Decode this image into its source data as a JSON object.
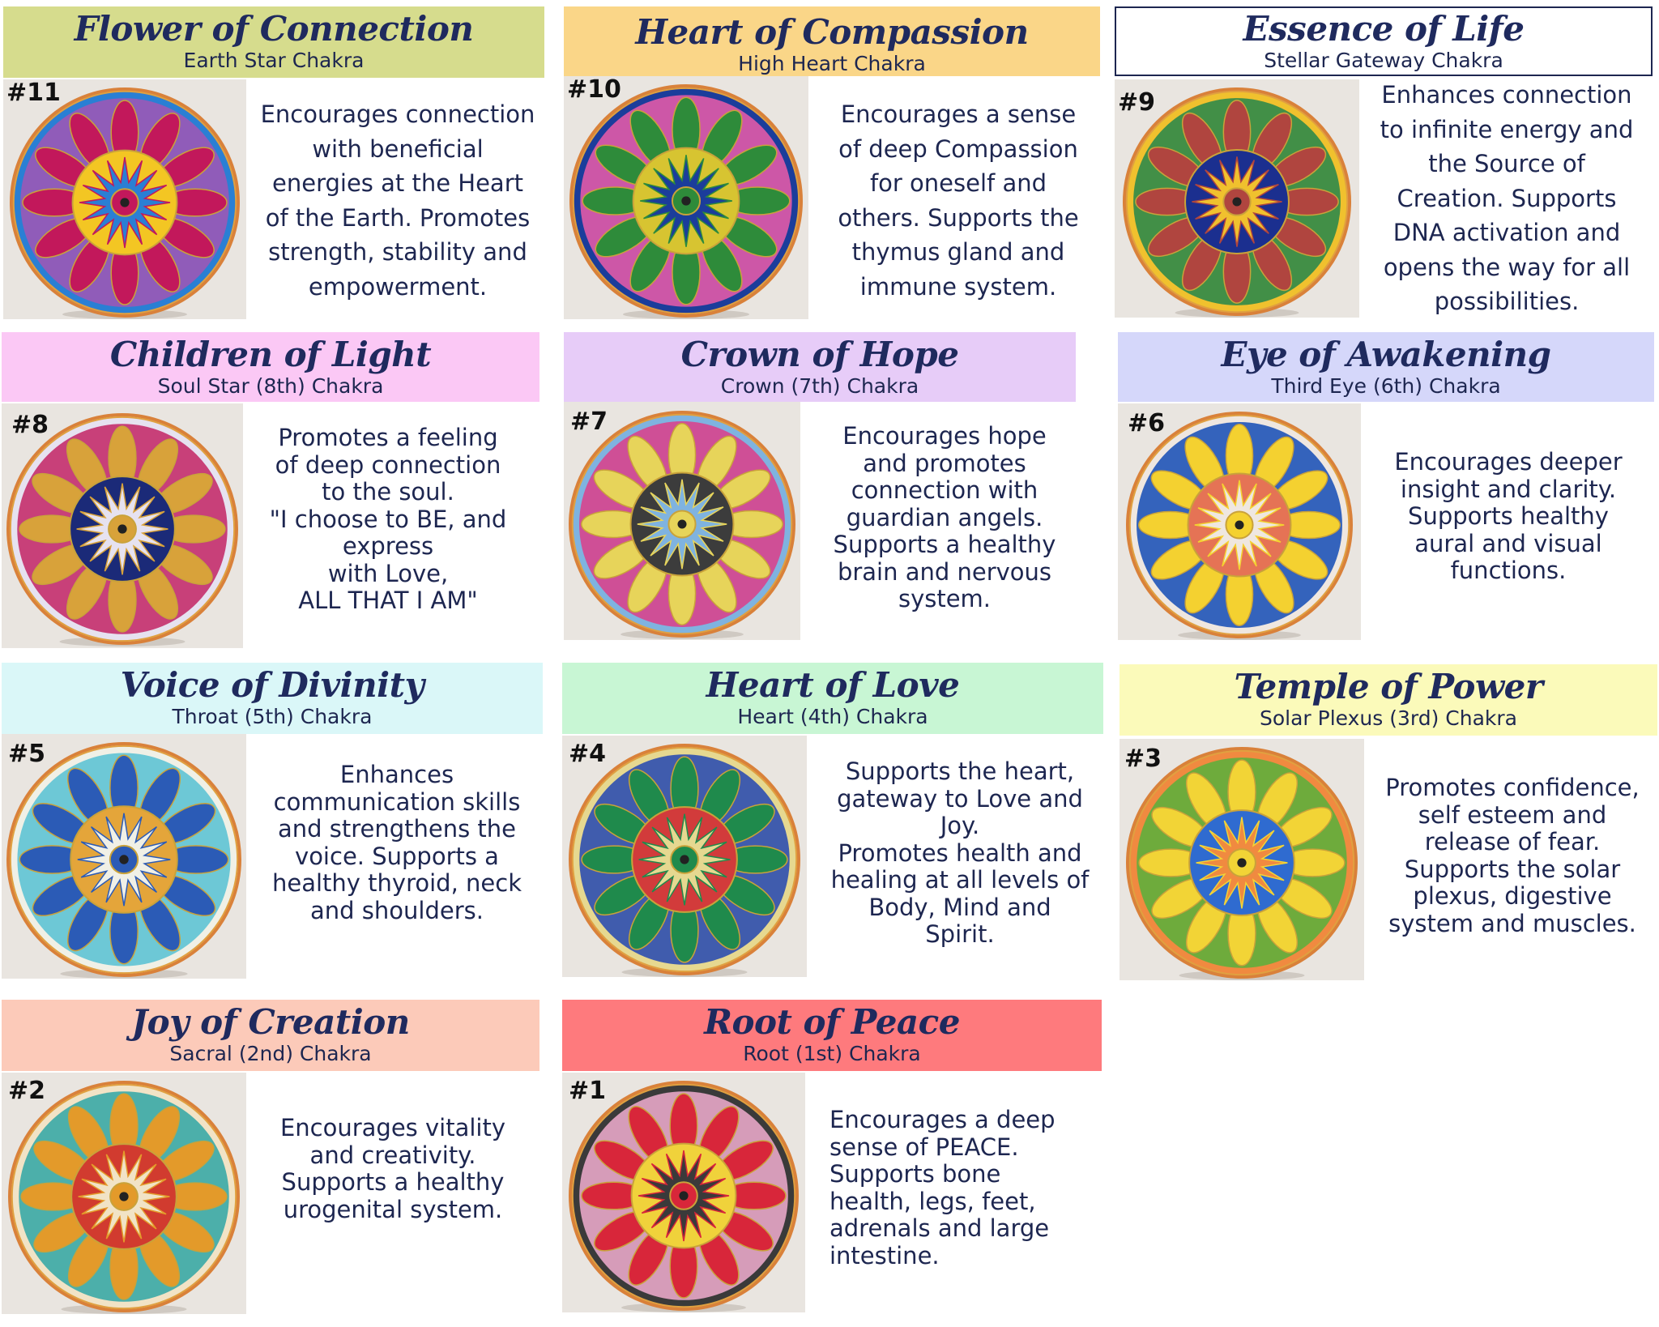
{
  "cards": [
    {
      "id": "flower-of-connection",
      "number": "#11",
      "title": "Flower of Connection",
      "subtitle": "Earth Star Chakra",
      "description": "Encourages connection\nwith beneficial\nenergies at the Heart\nof the Earth. Promotes\nstrength, stability and\nempowerment.",
      "banner_color": "#d6dc8d",
      "plate_colors": [
        "#c2185b",
        "#9b59b6",
        "#f3c623",
        "#2a7fd4"
      ]
    },
    {
      "id": "heart-of-compassion",
      "number": "#10",
      "title": "Heart of Compassion",
      "subtitle": "High Heart Chakra",
      "description": "Encourages a sense\nof deep Compassion\nfor oneself and\nothers. Supports the\nthymus gland and\nimmune system.",
      "banner_color": "#fad688",
      "plate_colors": [
        "#2e8b3a",
        "#e15aa8",
        "#d7c431",
        "#1b3d9b"
      ]
    },
    {
      "id": "essence-of-life",
      "number": "#9",
      "title": "Essence of Life",
      "subtitle": "Stellar Gateway Chakra",
      "description": "Enhances connection\nto infinite energy and\nthe Source of\nCreation. Supports\nDNA activation and\nopens the way for all\npossibilities.",
      "banner_color": "#ffffff",
      "plate_colors": [
        "#b0453f",
        "#2f8a4a",
        "#1b2f8f",
        "#f0c12e"
      ]
    },
    {
      "id": "children-of-light",
      "number": "#8",
      "title": "Children of Light",
      "subtitle": "Soul Star (8th) Chakra",
      "description": "Promotes a feeling\nof deep connection\nto the soul.\n\"I choose to BE, and\nexpress\nwith Love,\nALL THAT I AM\"",
      "banner_color": "#fbc8f5",
      "plate_colors": [
        "#d8a23a",
        "#c42f6b",
        "#1b2a78",
        "#e6e2f0"
      ]
    },
    {
      "id": "crown-of-hope",
      "number": "#7",
      "title": "Crown of Hope",
      "subtitle": "Crown (7th) Chakra",
      "description": "Encourages hope\nand promotes\nconnection with\nguardian angels.\nSupports a healthy\nbrain and  nervous\nsystem.",
      "banner_color": "#e7ccf8",
      "plate_colors": [
        "#e7d45a",
        "#d8448e",
        "#3c3c3c",
        "#7fb3e0"
      ]
    },
    {
      "id": "eye-of-awakening",
      "number": "#6",
      "title": "Eye of Awakening",
      "subtitle": "Third Eye (6th) Chakra",
      "description": "Encourages deeper\ninsight and clarity.\nSupports healthy\naural and visual\nfunctions.",
      "banner_color": "#d5d7fa",
      "plate_colors": [
        "#f4d130",
        "#1f54b8",
        "#e57355",
        "#efe7e0"
      ]
    },
    {
      "id": "voice-of-divinity",
      "number": "#5",
      "title": "Voice of Divinity",
      "subtitle": "Throat (5th) Chakra",
      "description": "Enhances\ncommunication skills\nand strengthens the\nvoice. Supports a\nhealthy thyroid, neck\nand shoulders.",
      "banner_color": "#daf7f8",
      "plate_colors": [
        "#2b5bb6",
        "#5ec3d4",
        "#e4a53a",
        "#f0f0e6"
      ]
    },
    {
      "id": "heart-of-love",
      "number": "#4",
      "title": "Heart of Love",
      "subtitle": "Heart (4th) Chakra",
      "description": "Supports the heart,\ngateway to Love and\nJoy.\nPromotes health and\nhealing at all levels of\nBody, Mind and\nSpirit.",
      "banner_color": "#c8f6d4",
      "plate_colors": [
        "#1f8a4c",
        "#2e4fb0",
        "#d23b3b",
        "#e6d890"
      ]
    },
    {
      "id": "temple-of-power",
      "number": "#3",
      "title": "Temple of Power",
      "subtitle": "Solar Plexus (3rd) Chakra",
      "description": "Promotes confidence,\nself esteem and\nrelease of fear.\nSupports the solar\nplexus, digestive\nsystem and muscles.",
      "banner_color": "#fbfaba",
      "plate_colors": [
        "#f2d436",
        "#5fae3c",
        "#2f6bd0",
        "#f08a40"
      ]
    },
    {
      "id": "joy-of-creation",
      "number": "#2",
      "title": "Joy of Creation",
      "subtitle": "Sacral (2nd) Chakra",
      "description": "Encourages vitality\nand creativity.\nSupports a healthy\nurogenital system.",
      "banner_color": "#fccab9",
      "plate_colors": [
        "#e39a2a",
        "#3aa8a6",
        "#d13b2f",
        "#f1e3c6"
      ]
    },
    {
      "id": "root-of-peace",
      "number": "#1",
      "title": "Root of Peace",
      "subtitle": "Root (1st) Chakra",
      "description": "Encourages a deep\nsense of PEACE.\nSupports bone\nhealth, legs, feet,\nadrenals and large\nintestine.",
      "banner_color": "#fe7a7d",
      "plate_colors": [
        "#d8263a",
        "#e8a7c8",
        "#f0d23b",
        "#3a3a3a"
      ]
    }
  ]
}
